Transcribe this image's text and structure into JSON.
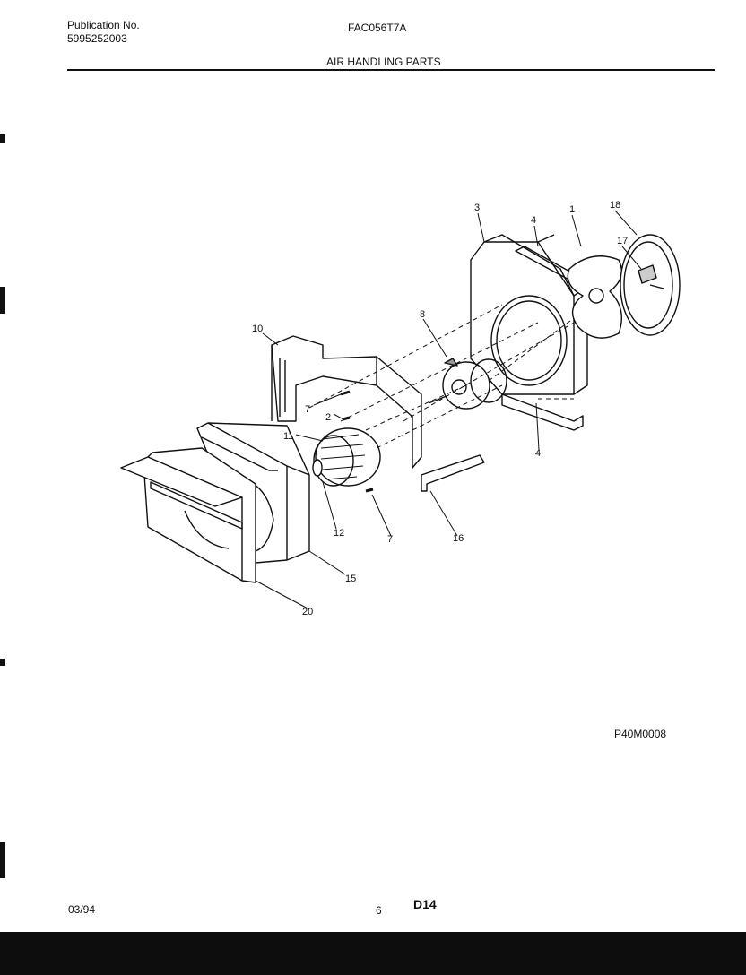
{
  "header": {
    "publication_label": "Publication No.",
    "publication_number": "5995252003",
    "model": "FAC056T7A",
    "section_title": "AIR HANDLING PARTS"
  },
  "diagram": {
    "callouts": {
      "c1": "1",
      "c2": "2",
      "c3": "3",
      "c4a": "4",
      "c4b": "4",
      "c7a": "7",
      "c7b": "7",
      "c8": "8",
      "c10": "10",
      "c11": "11",
      "c12": "12",
      "c15": "15",
      "c16": "16",
      "c17": "17",
      "c18": "18",
      "c20": "20"
    }
  },
  "footer": {
    "drawing_code": "P40M0008",
    "date": "03/94",
    "page": "6",
    "sheet": "D14"
  }
}
